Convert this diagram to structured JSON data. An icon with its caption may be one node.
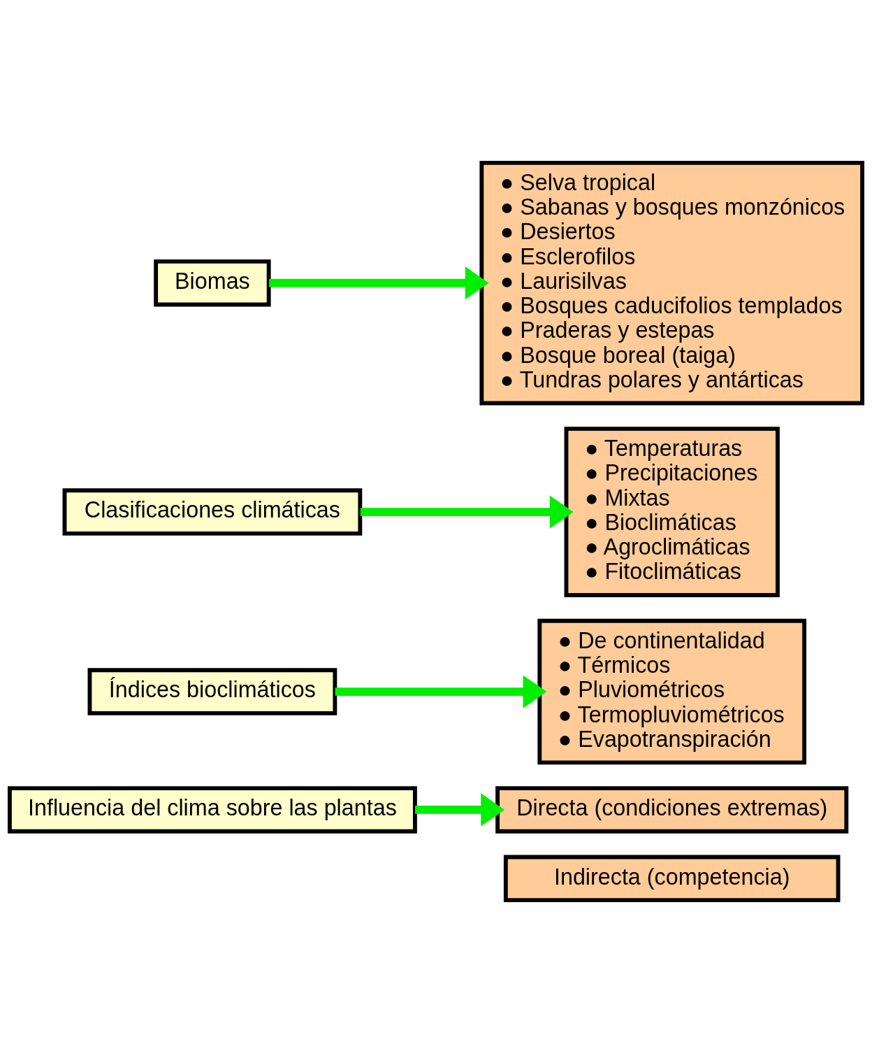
{
  "diagram": {
    "nodes": [
      {
        "text": [
          "Influencia del clima sobre las plantas"
        ]
      },
      {
        "text": [
          "Directa (condiciones extremas)"
        ]
      },
      {
        "text": [
          "Indirecta (competencia)"
        ]
      },
      {
        "text": [
          "Índices bioclimáticos"
        ]
      },
      {
        "text": [
          "● De continentalidad",
          "● Térmicos",
          "● Pluviométricos",
          "● Termopluviométricos",
          "● Evapotranspiración"
        ]
      },
      {
        "text": [
          "Clasificaciones climáticas"
        ]
      },
      {
        "text": [
          "● Temperaturas",
          "● Precipitaciones",
          "● Mixtas",
          "● Bioclimáticas",
          "● Agroclimáticas",
          "● Fitoclimáticas"
        ]
      },
      {
        "text": [
          "Biomas"
        ]
      },
      {
        "text": [
          "● Selva tropical",
          "● Sabanas y bosques monzónicos",
          "● Desiertos",
          "● Esclerofilos",
          "● Laurisilvas",
          "● Bosques caducifolios templados",
          "● Praderas y estepas",
          "● Bosque boreal (taiga)",
          "● Tundras polares y antárticas"
        ]
      }
    ],
    "edges": [
      {
        "from": 0,
        "to": 1,
        "arrow": "to"
      },
      {
        "from": 3,
        "to": 4,
        "arrow": "to"
      },
      {
        "from": 5,
        "to": 6,
        "arrow": "to"
      },
      {
        "from": 7,
        "to": 8,
        "arrow": "to"
      }
    ]
  }
}
